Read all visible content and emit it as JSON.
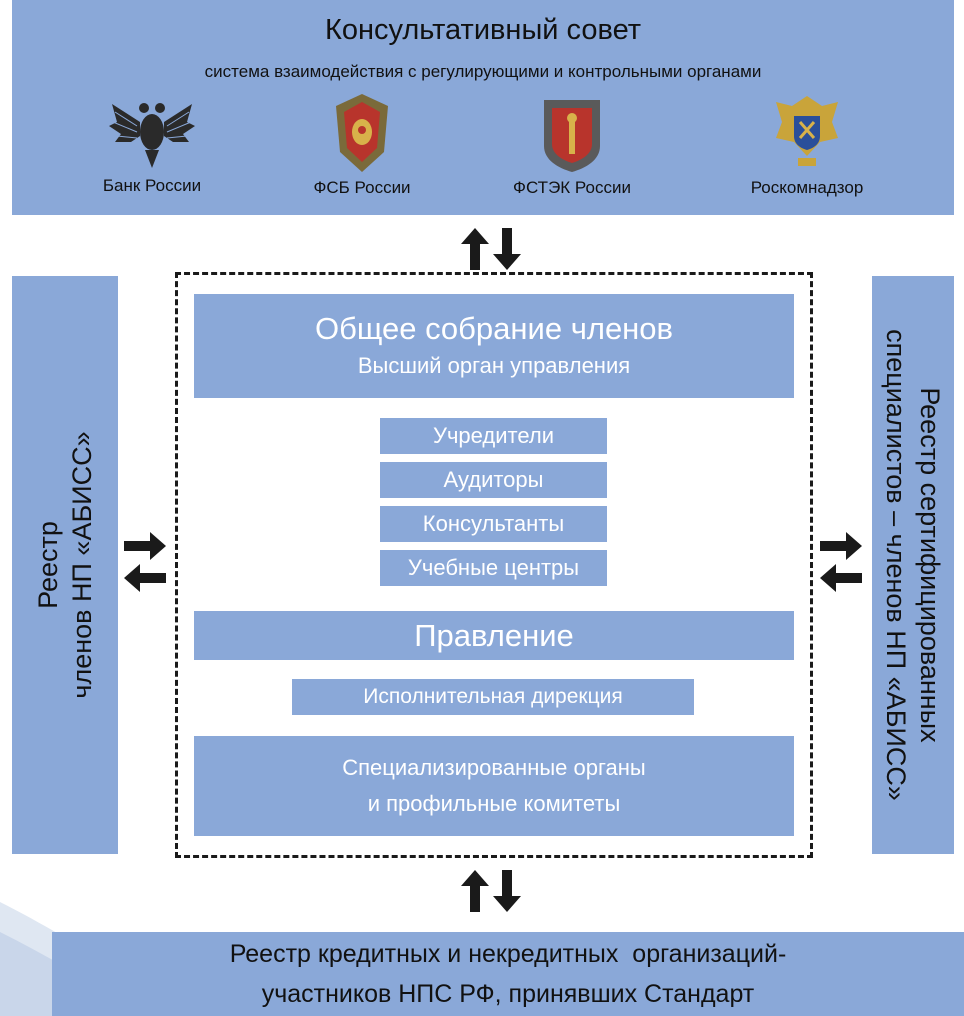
{
  "council": {
    "title": "Консультативный совет",
    "subtitle": "система взаимодействия с регулирующими и контрольными органами",
    "orgs": [
      {
        "label": "Банк России",
        "icon": "double-headed-eagle-icon"
      },
      {
        "label": "ФСБ России",
        "icon": "fsb-emblem-icon"
      },
      {
        "label": "ФСТЭК России",
        "icon": "fstec-emblem-icon"
      },
      {
        "label": "Роскомнадзор",
        "icon": "roskomnadzor-emblem-icon"
      }
    ]
  },
  "left_registry": {
    "line1": "Реестр",
    "line2": "членов НП «АБИСС»"
  },
  "right_registry": {
    "line1": "Реестр сертифицированных",
    "line2": "специалистов – членов НП «АБИСС»"
  },
  "general_meeting": {
    "title": "Общее собрание членов",
    "subtitle": "Высший орган управления"
  },
  "member_groups": [
    "Учредители",
    "Аудиторы",
    "Консультанты",
    "Учебные центры"
  ],
  "board": "Правление",
  "directorate": "Исполнительная дирекция",
  "specialized": {
    "line1": "Специализированные органы",
    "line2": "и профильные комитеты"
  },
  "bottom_registry": {
    "line1": "Реестр кредитных и некредитных  организаций-",
    "line2": "участников НПС РФ, принявших Стандарт"
  },
  "colors": {
    "box_fill": "#8aa8d8",
    "arrow": "#1a1a1a",
    "frame": "#1a1a1a"
  }
}
